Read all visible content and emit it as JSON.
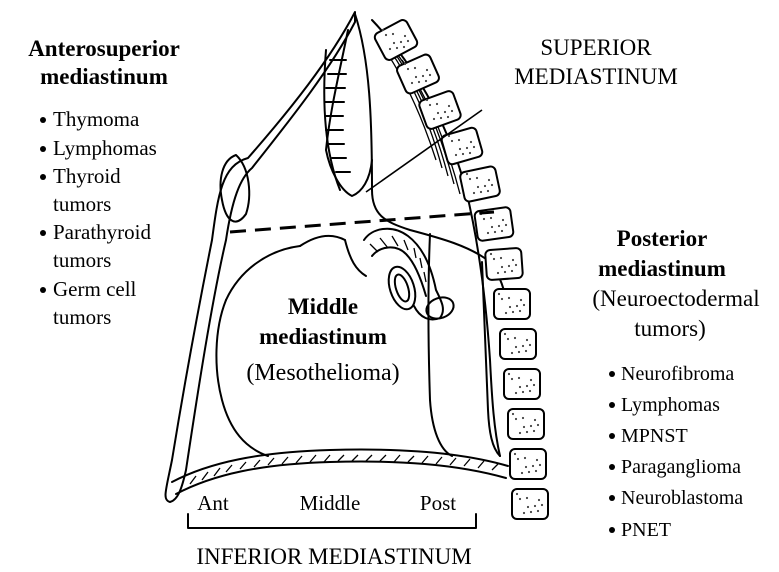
{
  "labels": {
    "anterosuperior_line1": "Anterosuperior",
    "anterosuperior_line2": "mediastinum",
    "superior_line1": "SUPERIOR",
    "superior_line2": "MEDIASTINUM",
    "posterior_line1": "Posterior",
    "posterior_line2": "mediastinum",
    "posterior_line3": "(Neuroectodermal",
    "posterior_line4": "tumors)",
    "middle_line1": "Middle",
    "middle_line2": "mediastinum",
    "middle_line3": "(Mesothelioma)",
    "inferior_ant": "Ant",
    "inferior_middle": "Middle",
    "inferior_post": "Post",
    "inferior_title": "INFERIOR MEDIASTINUM"
  },
  "anterosuperior_tumors": [
    "Thymoma",
    "Lymphomas",
    "Thyroid",
    "tumors",
    "Parathyroid",
    "tumors",
    "Germ cell",
    "tumors"
  ],
  "posterior_tumors": [
    "Neurofibroma",
    "Lymphomas",
    "MPNST",
    "Paraganglioma",
    "Neuroblastoma",
    "PNET"
  ]
}
